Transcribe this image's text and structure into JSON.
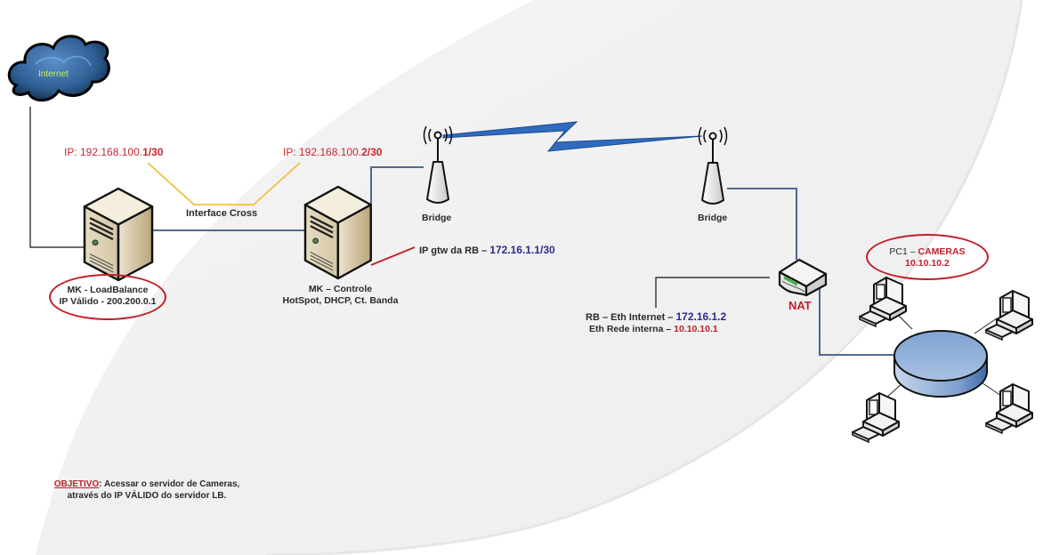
{
  "diagram": {
    "colors": {
      "background": "#ffffff",
      "swoosh": "#f1f1f1",
      "link_blue": "#3b5687",
      "cross_cable": "#f0c040",
      "gateway_link": "#c0202a",
      "wireless": "#2f6bbf",
      "accent_red": "#c0202a",
      "accent_blue": "#2e2a8c"
    },
    "nodes": {
      "internet": {
        "label": "Internet",
        "icon": "cloud-icon"
      },
      "lb_server": {
        "icon": "server-tower-icon",
        "name": "MK - LoadBalance",
        "ip_line": "IP Válido - 200.200.0.1"
      },
      "control_server": {
        "icon": "server-tower-icon",
        "name": "MK – Controle",
        "services": "HotSpot, DHCP, Ct. Banda"
      },
      "bridge_left": {
        "icon": "wireless-antenna-icon",
        "label": "Bridge"
      },
      "bridge_right": {
        "icon": "wireless-antenna-icon",
        "label": "Bridge"
      },
      "nat_router": {
        "icon": "router-icon",
        "label": "NAT"
      },
      "lan_hub": {
        "icon": "hub-disc-icon"
      },
      "pcs": [
        {
          "icon": "workstation-icon"
        },
        {
          "icon": "workstation-icon"
        },
        {
          "icon": "workstation-icon"
        },
        {
          "icon": "workstation-icon"
        }
      ]
    },
    "labels": {
      "ip_lb": {
        "prefix": "IP: 192.168.100.",
        "suffix": "1/30"
      },
      "ip_ctrl": {
        "prefix": "IP: 192.168.100.",
        "suffix": "2/30"
      },
      "interface_cross": "Interface Cross",
      "gw_rb": {
        "prefix": "IP gtw da RB – ",
        "value": "172.16.1.1/30"
      },
      "rb_eth_internet": {
        "prefix": "RB – Eth Internet – ",
        "value": "172.16.1.2"
      },
      "rb_eth_lan": {
        "prefix": "Eth Rede interna – ",
        "value": "10.10.10.1"
      },
      "pc1": {
        "prefix": "PC1 – ",
        "name": "CAMERAS",
        "ip": "10.10.10.2"
      },
      "objective": {
        "title": "OBJETIVO",
        "line1": ": Acessar o servidor de Cameras,",
        "line2": "através do IP VÁLIDO do servidor LB."
      }
    }
  }
}
